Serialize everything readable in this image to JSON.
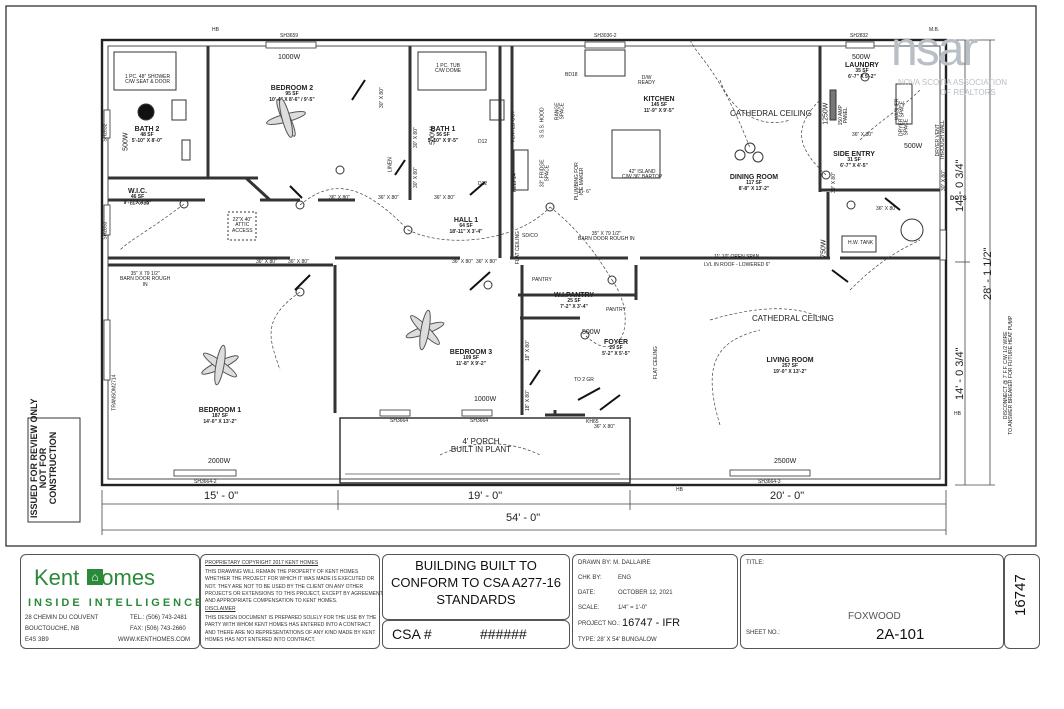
{
  "rooms": {
    "bedroom2": {
      "name": "BEDROOM 2",
      "area": "95 SF",
      "dims": "10'-4\" X 8'-6\" / 9'-5\""
    },
    "bath2": {
      "name": "BATH 2",
      "area": "48 SF",
      "dims": "5'-10\" X 8'-0\""
    },
    "wic": {
      "name": "W.I.C.",
      "area": "46 SF",
      "dims": "9'-7\" X 4'-6\""
    },
    "bath1": {
      "name": "BATH 1",
      "area": "56 SF",
      "dims": "5'-10\" X 9'-5\""
    },
    "kitchen": {
      "name": "KITCHEN",
      "area": "145 SF",
      "dims": "11'-9\" X 9'-5\""
    },
    "laundry": {
      "name": "LAUNDRY",
      "area": "35 SF",
      "dims": "6'-7\" X 5'-2\""
    },
    "side_entry": {
      "name": "SIDE ENTRY",
      "area": "31 SF",
      "dims": "6'-7\" X 4'-5\""
    },
    "dining": {
      "name": "DINING ROOM",
      "area": "117 SF",
      "dims": "8'-8\" X 13'-2\""
    },
    "hall1": {
      "name": "HALL 1",
      "area": "64 SF",
      "dims": "18'-11\" X 3'-4\""
    },
    "pantry": {
      "name": "W.I.PANTRY",
      "area": "25 SF",
      "dims": "7'-2\" X 3'-4\""
    },
    "foyer": {
      "name": "FOYER",
      "area": "29 SF",
      "dims": "5'-2\" X 5'-5\""
    },
    "bedroom3": {
      "name": "BEDROOM 3",
      "area": "109 SF",
      "dims": "11'-8\" X 9'-2\""
    },
    "bedroom1": {
      "name": "BEDROOM 1",
      "area": "187 SF",
      "dims": "14'-0\" X 13'-2\""
    },
    "living": {
      "name": "LIVING ROOM",
      "area": "257 SF",
      "dims": "19'-0\" X 13'-2\""
    },
    "porch": {
      "name": "4' PORCH",
      "sub": "BUILT IN PLANT"
    }
  },
  "notes": {
    "cathedral_kitchen": "CATHEDRAL CEILING",
    "cathedral_living": "CATHEDRAL CEILING",
    "open_span": "11'-10\" OPEN SPAN",
    "lvl": "LVL IN ROOF - LOWERED 6\"",
    "barn_door_hall": "35\" X 79 1/2\"\nBARN DOOR ROUGH IN",
    "barn_door_bed1": "35\" X 79 1/2\"\nBARN DOOR ROUGH\nIN",
    "shower": "1 PC. 48\" SHOWER\nC/W SEAT & DOOR",
    "tub": "1 PC. TUB\nC/W DOME",
    "island": "42\" ISLAND\nC/W 36\" BARTOP",
    "attic": "22\"X 40\"\nATTIC\nACCESS",
    "linen": "LINEN",
    "fridge": "33\" FRIDGE\nSPACE",
    "range": "RANGE\nSPACE",
    "hood": "S.S.S. HOOD",
    "vent": "VENTED OUT",
    "dw": "D/W\nREADY",
    "plumbing": "PLUMBING FOR\nICE MAKER",
    "kitchen_dim": "3' - 6\"",
    "bd18": "BD18",
    "disconnect": "DISCONNECT @ 7' F.F. C/W 1/2 WIRE\nTO ANSWER BREAKER FOR FUTURE HEAT PUMP",
    "dryer": "DRYER VENT\nTHROUGH WALL",
    "washer": "WASHER\nSPACE",
    "dryer_space": "DRYER\nSPACE",
    "panel": "150 AMP\nPANEL",
    "hwt": "H.W. TANK",
    "to2gr": "TO 2 GR",
    "kh65": "KH65",
    "flat_ceiling_hall": "FLAT CEILING",
    "flat_ceiling_foyer": "FLAT CEILING",
    "pantry_label": "PANTRY",
    "pantry_label2": "PANTRY",
    "kcefc": "KEEP24",
    "sdco": "SD/CO",
    "d1": "D12",
    "d2": "D12"
  },
  "windows": {
    "sh3659": "SH3659",
    "w1000a": "1000W",
    "sh3036": "SH3036-2",
    "sh2832a": "SH2832",
    "w500top": "500W",
    "w500bath2": "500W",
    "sh2832b": "SH2832",
    "w500bath1": "500W",
    "w1250": "1250W",
    "w500side": "500W",
    "w750": "750W",
    "sh2853": "SH2853",
    "trans": "TRANSOM2714",
    "w500foyer": "500W",
    "w1000b": "1000W",
    "sh3664a": "SH3664",
    "sh3664b": "SH3664",
    "w2000": "2000W",
    "sh3664_2": "SH3664-2",
    "w2500": "2500W",
    "sh3664_3": "SH3664-3",
    "hb_top": "HB",
    "hb_right": "HB",
    "hb_bottom": "HB",
    "m8": "M.B.",
    "dots": "DOTS"
  },
  "doors": [
    "36\" X 80\"",
    "36\" X 80\"",
    "36\" X 80\"",
    "36\" X 80\"",
    "36\" X 80\"",
    "36\" X 80\"",
    "36\" X 80\"",
    "36\" X 80\"",
    "30\" X 80\"",
    "30\" X 80\"",
    "30\" X 80\"",
    "30\" X 80\"",
    "18\" X 80\"",
    "18\" X 80\"",
    "36\" X 80\"",
    "36\" X 80\"",
    "30\" X 80\"",
    "36\" X 80\""
  ],
  "dimensions": {
    "seg1": "15' - 0\"",
    "seg2": "19' - 0\"",
    "seg3": "20' - 0\"",
    "total": "54' - 0\"",
    "right_top": "14' - 0 3/4\"",
    "right_bottom": "14' - 0 3/4\"",
    "right_total": "28' - 1 1/2\""
  },
  "stamp": "ISSUED FOR REVIEW ONLY\nNOT FOR\nCONSTRUCTION",
  "watermark": {
    "logo": "nsar",
    "line1": "NOVA SCOTIA ASSOCIATION",
    "line2": "OF REALTORS"
  },
  "titleblock": {
    "company": "Kent Homes",
    "tagline": "INSIDE INTELLIGENCE",
    "addr1": "28 CHEMIN DU COUVENT",
    "addr2": "BOUCTOUCHE, NB",
    "addr3": "E4S 3B9",
    "tel": "TEL.: (506) 743-2481",
    "fax": "FAX: (506) 743-2660",
    "web": "WWW.KENTHOMES.COM",
    "copyright_title": "PROPRIETARY COPYRIGHT 2017 KENT HOMES",
    "copyright_text": "THIS DRAWING WILL REMAIN THE PROPERTY OF KENT HOMES\nWHETHER THE PROJECT FOR WHICH IT WAS MADE IS EXECUTED OR\nNOT. THEY ARE NOT TO BE USED BY THE CLIENT ON ANY OTHER\nPROJECTS OR EXTENSIONS TO THIS PROJECT, EXCEPT BY AGREEMENT\nAND APPROPRIATE COMPENSATION TO KENT HOMES.",
    "disclaimer_title": "DISCLAIMER",
    "disclaimer_text": "THIS DESIGN DOCUMENT IS PREPARED SOLELY FOR THE USE BY THE\nPARTY WITH WHOM KENT HOMES HAS ENTERED INTO A CONTRACT\nAND THERE ARE NO REPRESENTATIONS OF ANY KIND MADE BY KENT\nHOMES HAS NOT ENTERED INTO CONTRACT.",
    "standard": "BUILDING BUILT TO\nCONFORM TO CSA A277-16\nSTANDARDS",
    "csa_label": "CSA #",
    "csa_value": "######",
    "drawn_by": "DRAWN BY:  M. DALLAIRE",
    "chk_by": "CHK BY:",
    "chk_val": "ENG",
    "date_label": "DATE:",
    "date_val": "OCTOBER 12, 2021",
    "scale_label": "SCALE:",
    "scale_val": "1/4\" = 1'-0\"",
    "project_label": "PROJECT NO.:",
    "project_val": "16747 - IFR",
    "type": "TYPE:  28' X 54' BUNGALOW",
    "title_label": "TITLE:",
    "title_val": "FOXWOOD",
    "sheet_label": "SHEET NO.:",
    "sheet_val": "2A-101",
    "job": "16747"
  }
}
